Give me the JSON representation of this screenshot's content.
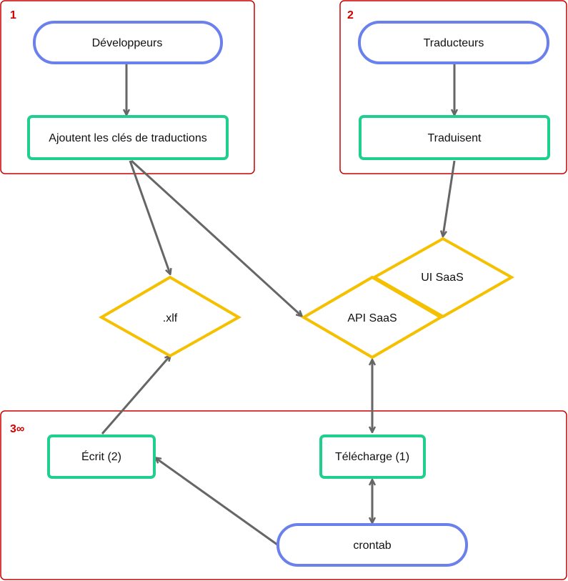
{
  "colors": {
    "group_border": "#cc0000",
    "group_label": "#d00000",
    "actor_border": "#6a80ec",
    "process_border": "#1fcf8e",
    "data_border": "#f5c000",
    "arrow": "#666666"
  },
  "groups": {
    "g1": {
      "label": "1"
    },
    "g2": {
      "label": "2"
    },
    "g3": {
      "label": "3∞"
    }
  },
  "nodes": {
    "developpeurs": "Développeurs",
    "ajoutent": "Ajoutent les clés de traductions",
    "traducteurs": "Traducteurs",
    "traduisent": "Traduisent",
    "xlf": ".xlf",
    "ui_saas": "UI SaaS",
    "api_saas": "API SaaS",
    "ecrit": "Écrit (2)",
    "telecharge": "Télécharge (1)",
    "crontab": "crontab"
  }
}
